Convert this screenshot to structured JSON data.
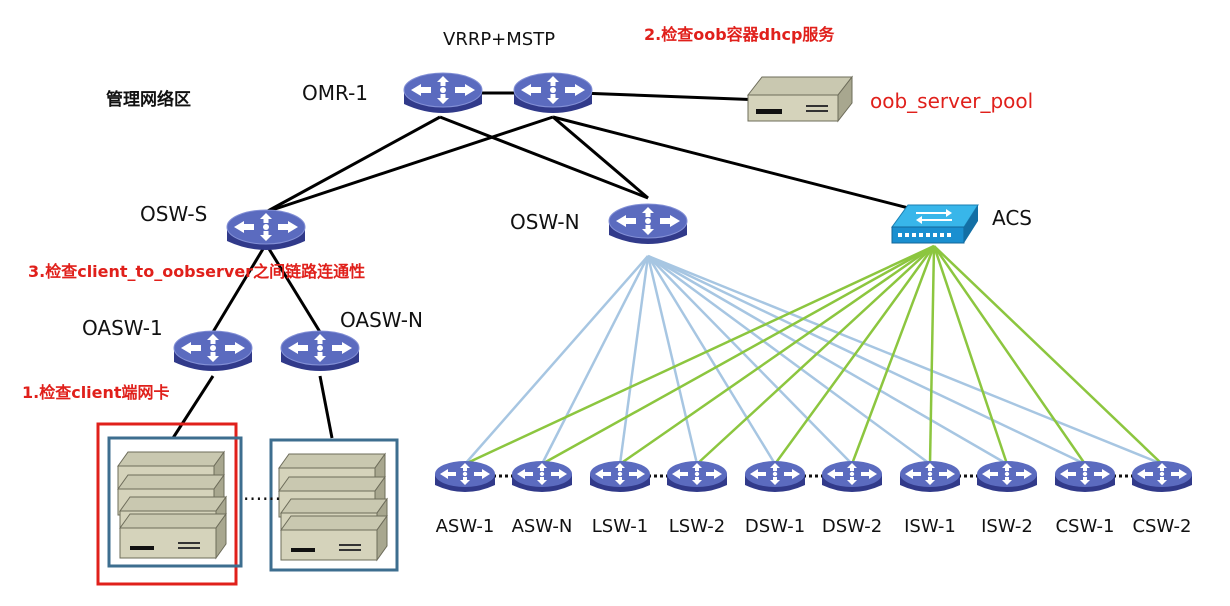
{
  "zone_label": "管理网络区",
  "cluster_label": "VRRP+MSTP",
  "nodes": {
    "omr": "OMR-1",
    "osw_s": "OSW-S",
    "osw_n": "OSW-N",
    "acs": "ACS",
    "oasw_1": "OASW-1",
    "oasw_n": "OASW-N",
    "oob_pool": "oob_server_pool"
  },
  "notes": {
    "step1": "1.检查client端网卡",
    "step2": "2.检查oob容器dhcp服务",
    "step3": "3.检查client_to_oobserver之间链路连通性"
  },
  "ellipsis": "......",
  "access_switches": [
    "ASW-1",
    "ASW-N",
    "LSW-1",
    "LSW-2",
    "DSW-1",
    "DSW-2",
    "ISW-1",
    "ISW-2",
    "CSW-1",
    "CSW-2"
  ],
  "colors": {
    "switch_top": "#5b6bbf",
    "switch_side": "#313a8a",
    "note_red": "#e0201b",
    "link_blue": "#a7c6e2",
    "link_green": "#8cc63f",
    "box_blue": "#3d6e8f"
  },
  "icons": {
    "switch": "router-switch-icon",
    "acs": "access-control-switch-icon",
    "server": "server-icon"
  }
}
